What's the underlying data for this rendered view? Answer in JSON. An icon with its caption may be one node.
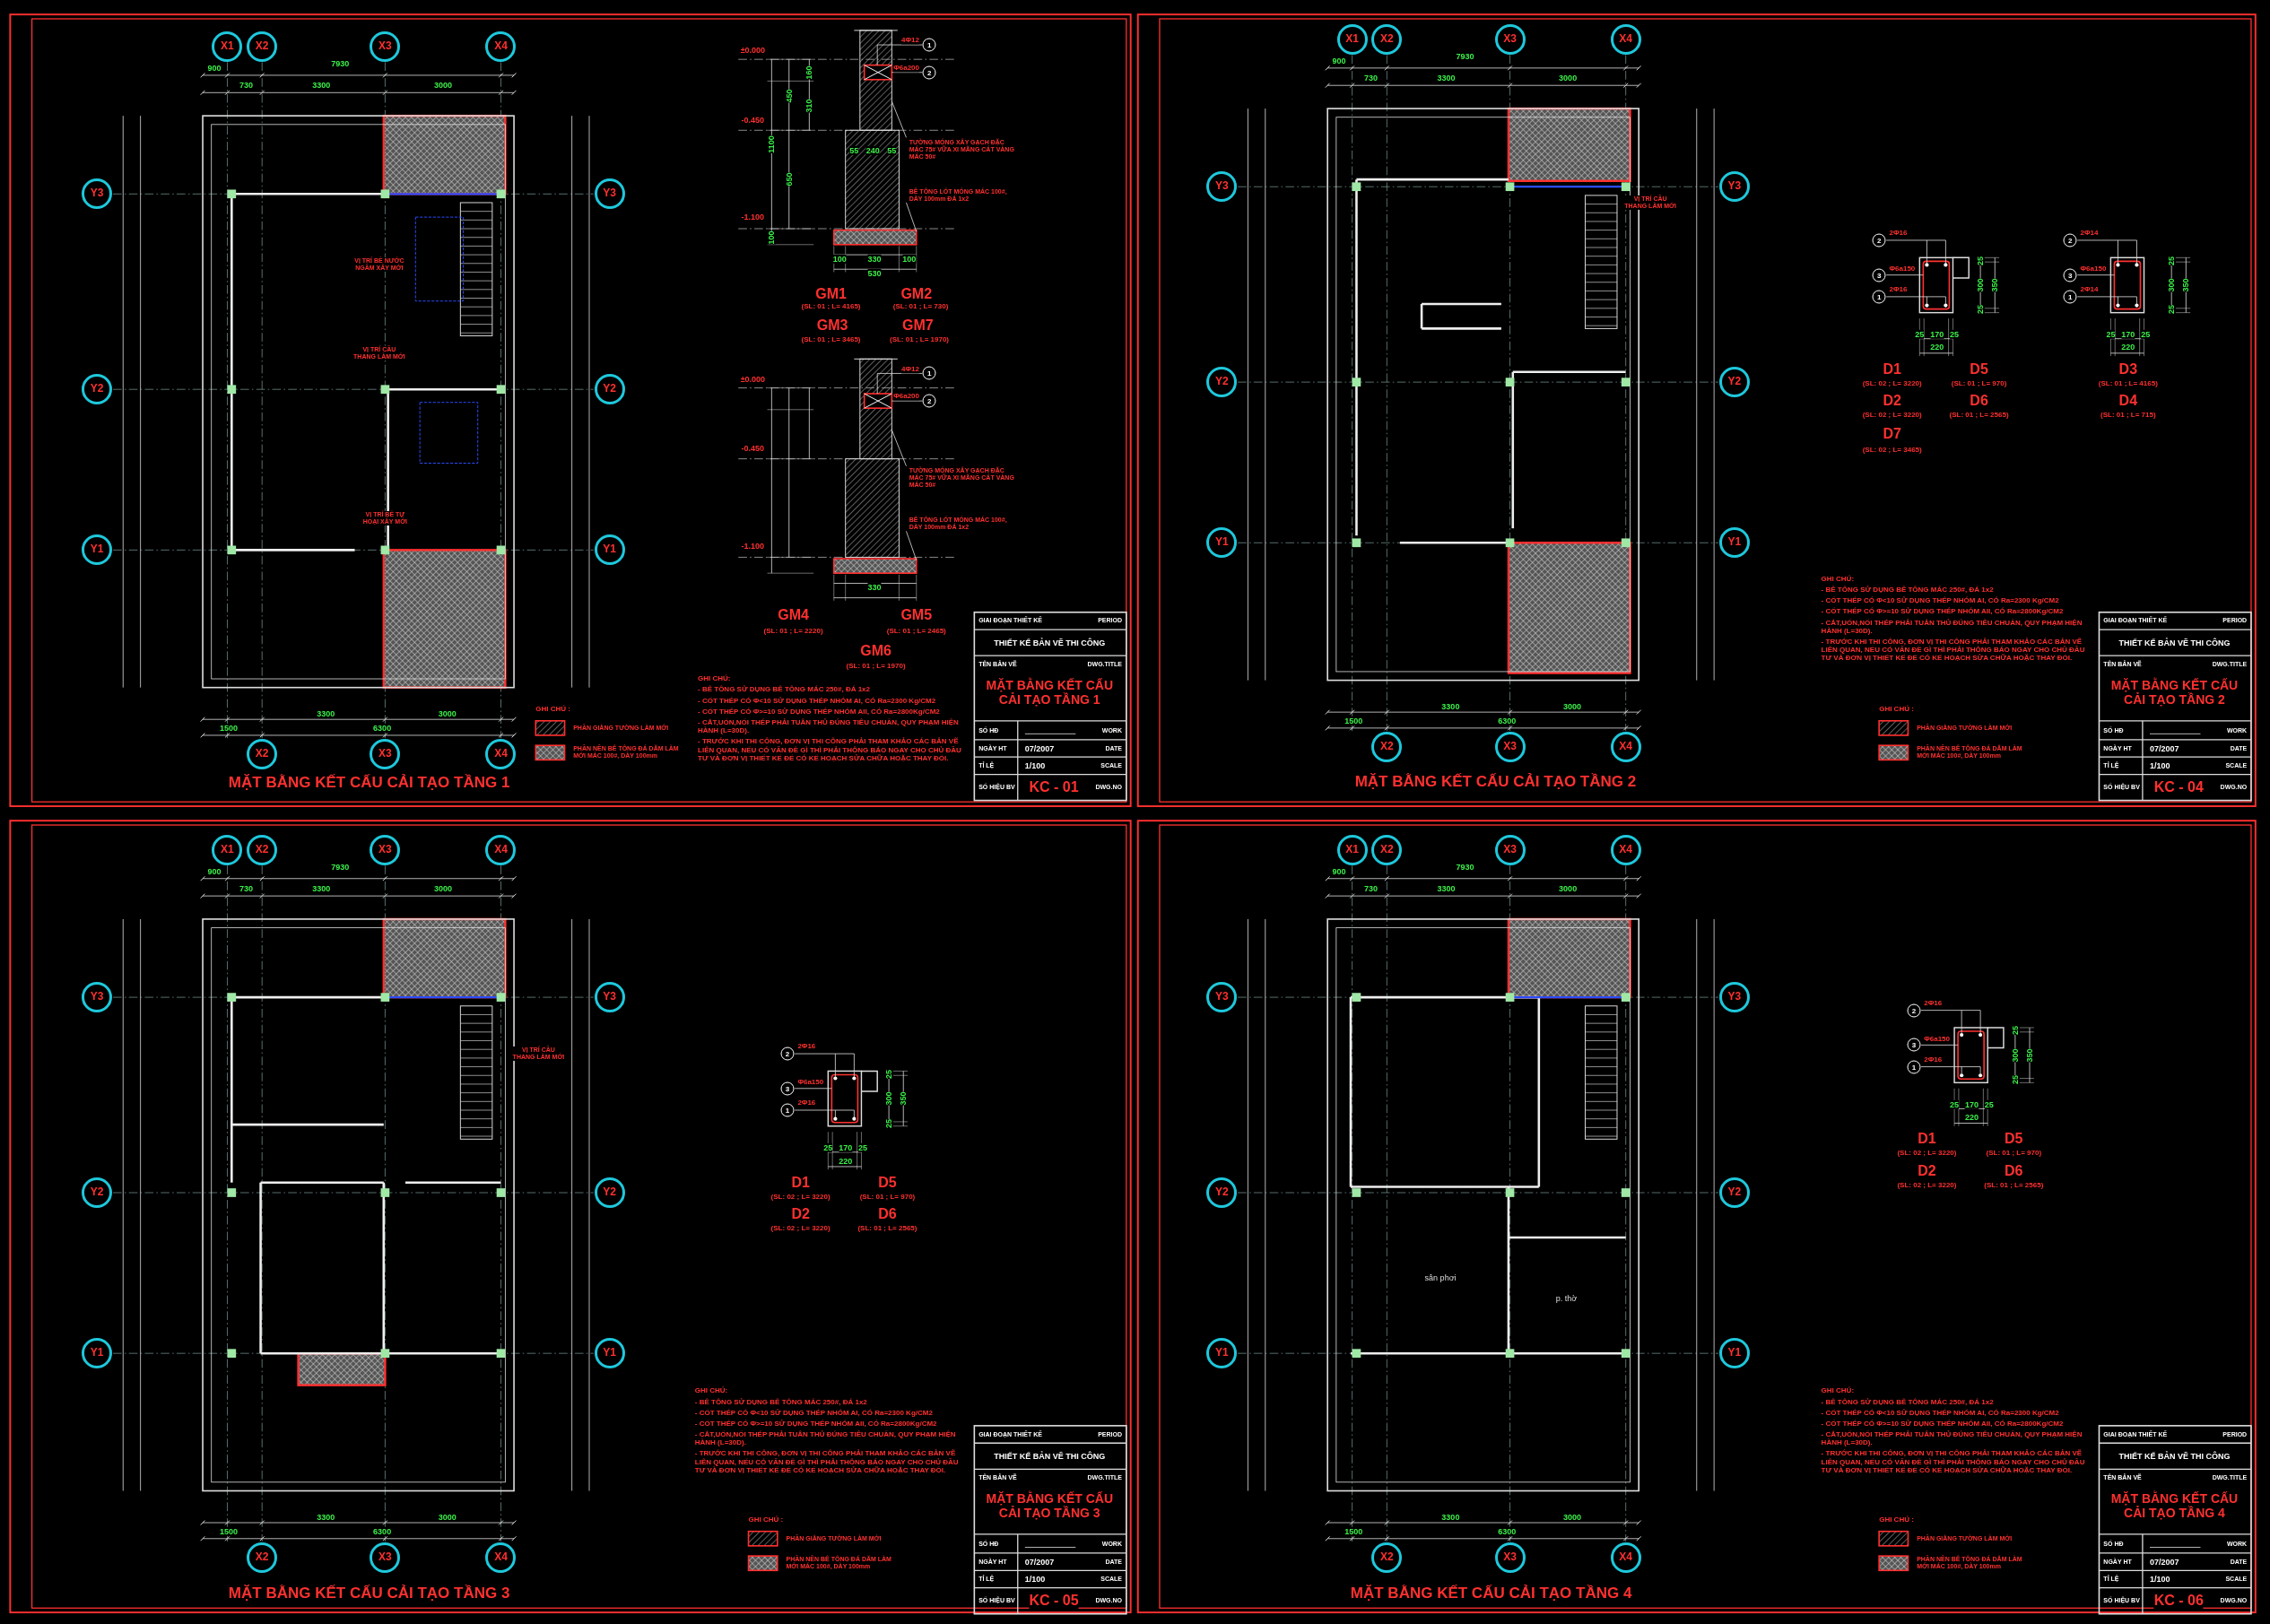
{
  "diagram": {
    "labels": [
      "X1",
      "X2",
      "X3",
      "X4",
      "Y3",
      "Y2",
      "Y1",
      "Y3",
      "Y2",
      "Y1",
      "X2",
      "X3",
      "X4",
      "900",
      "7930",
      "730",
      "3300",
      "3000",
      "3300",
      "3000",
      "1500",
      "6300",
      "VỊ TRÍ BỂ NƯỚC NGẦM XÂY MỚI",
      "VỊ TRÍ CẦU THANG LÀM MỚI",
      "VỊ TRÍ BỂ TỰ HOẠI XÂY MỚI",
      "±0.000",
      "-0.450",
      "-1.100",
      "160",
      "310",
      "450",
      "1100",
      "650",
      "100",
      "55",
      "240",
      "55",
      "100",
      "330",
      "100",
      "530",
      "4Φ12",
      "1",
      "Φ6a200",
      "2",
      "TƯỜNG MÓNG XÂY GẠCH ĐẶC MÁC 75# VỮA XI MĂNG CÁT VÀNG MÁC 50#",
      "BÊ TÔNG LÓT MÓNG MÁC 100#, DÀY 100mm ĐÁ 1x2",
      "GM1",
      "(SL: 01 ; L= 4165)",
      "GM2",
      "(SL: 01 ; L= 730)",
      "GM3",
      "(SL: 01 ; L= 3465)",
      "GM7",
      "(SL: 01 ; L= 1970)",
      "±0.000",
      "-0.450",
      "-1.100",
      "4Φ12",
      "1",
      "Φ6a200",
      "2",
      "TƯỜNG MÓNG XÂY GẠCH ĐẶC MÁC 75# VỮA XI MĂNG CÁT VÀNG MÁC 50#",
      "BÊ TÔNG LÓT MÓNG MÁC 100#, DÀY 100mm ĐÁ 1x2",
      "330",
      "GM4",
      "(SL: 01 ; L= 2220)",
      "GM5",
      "(SL: 01 ; L= 2465)",
      "GM6",
      "(SL: 01 ; L= 1970)",
      "GHI CHÚ:",
      "- BÊ TÔNG SỬ DỤNG BÊ TÔNG MÁC 250#, ĐÁ 1x2",
      "- CỐT THÉP CÓ Φ<10 SỬ DỤNG THÉP NHÓM AI, CÓ Ra=2300 Kg/CM2",
      "- CỐT THÉP CÓ Φ>=10 SỬ DỤNG THÉP NHÓM AII, CÓ Ra=2800Kg/CM2",
      "- CẮT,UỐN,NỐI THÉP PHẢI TUÂN THỦ ĐÚNG TIÊU CHUẨN, QUY PHẠM HIỆN HÀNH (L=30D).",
      "- TRƯỚC KHI THI CÔNG, ĐƠN VỊ THI CÔNG PHẢI THAM KHẢO CÁC BẢN VẼ LIÊN QUAN, NẾU CÓ VẤN ĐỀ GÌ THÌ PHẢI THÔNG BÁO NGAY CHO CHỦ ĐẦU TƯ VÀ ĐƠN VỊ THIẾT KẾ ĐỂ CÓ KẾ HOẠCH SỬA CHỮA HOẶC THAY ĐỔI.",
      "GHI CHÚ :",
      "GIAI ĐOẠN THIẾT KẾ",
      "PERIOD",
      "THIẾT KẾ BẢN VẼ THI CÔNG",
      "TÊN BẢN VẼ",
      "DWG.TITLE",
      "MẶT BẰNG KẾT CẤU CẢI TẠO TẦNG 1",
      "SỐ HĐ",
      "WORK",
      "NGÀY HT",
      "07/2007",
      "DATE",
      "TỈ LỆ",
      "1/100",
      "SCALE",
      "SỐ HIỆU BV",
      "KC - 01",
      "DWG.NO",
      "MẶT BẰNG KẾT CẤU CẢI TẠO TẦNG 1",
      "X1",
      "X2",
      "X3",
      "X4",
      "Y3",
      "Y2",
      "Y1",
      "Y3",
      "Y2",
      "Y1",
      "X2",
      "X3",
      "X4",
      "900",
      "7930",
      "730",
      "3300",
      "3000",
      "3300",
      "3000",
      "1500",
      "6300",
      "VỊ TRÍ CẦU THANG LÀM MỚI",
      "2",
      "2Φ16",
      "3",
      "Φ6a150",
      "1",
      "2Φ16",
      "25",
      "300",
      "350",
      "25",
      "25",
      "170",
      "25",
      "220",
      "D1",
      "(SL: 02 ; L= 3220)",
      "D5",
      "(SL: 01 ; L= 970)",
      "D2",
      "(SL: 02 ; L= 3220)",
      "D6",
      "(SL: 01 ; L= 2565)",
      "D7",
      "(SL: 02 ; L= 3465)",
      "2",
      "2Φ14",
      "3",
      "Φ6a150",
      "1",
      "2Φ14",
      "25",
      "300",
      "350",
      "25",
      "25",
      "170",
      "25",
      "220",
      "D3",
      "(SL: 01 ; L= 4165)",
      "D4",
      "(SL: 01 ; L= 715)",
      "GHI CHÚ:",
      "- BÊ TÔNG SỬ DỤNG BÊ TÔNG MÁC 250#, ĐÁ 1x2",
      "- CỐT THÉP CÓ Φ<10 SỬ DỤNG THÉP NHÓM AI, CÓ Ra=2300 Kg/CM2",
      "- CỐT THÉP CÓ Φ>=10 SỬ DỤNG THÉP NHÓM AII, CÓ Ra=2800Kg/CM2",
      "- CẮT,UỐN,NỐI THÉP PHẢI TUÂN THỦ ĐÚNG TIÊU CHUẨN, QUY PHẠM HIỆN HÀNH (L=30D).",
      "- TRƯỚC KHI THI CÔNG, ĐƠN VỊ THI CÔNG PHẢI THAM KHẢO CÁC BẢN VẼ LIÊN QUAN, NẾU CÓ VẤN ĐỀ GÌ THÌ PHẢI THÔNG BÁO NGAY CHO CHỦ ĐẦU TƯ VÀ ĐƠN VỊ THIẾT KẾ ĐỂ CÓ KẾ HOẠCH SỬA CHỮA HOẶC THAY ĐỔI.",
      "GHI CHÚ :",
      "GIAI ĐOẠN THIẾT KẾ",
      "PERIOD",
      "THIẾT KẾ BẢN VẼ THI CÔNG",
      "TÊN BẢN VẼ",
      "DWG.TITLE",
      "MẶT BẰNG KẾT CẤU CẢI TẠO TẦNG 2",
      "SỐ HĐ",
      "WORK",
      "NGÀY HT",
      "07/2007",
      "DATE",
      "TỈ LỆ",
      "1/100",
      "SCALE",
      "SỐ HIỆU BV",
      "KC - 04",
      "DWG.NO",
      "MẶT BẰNG KẾT CẤU CẢI TẠO TẦNG 2",
      "X1",
      "X2",
      "X3",
      "X4",
      "Y3",
      "Y2",
      "Y1",
      "Y3",
      "Y2",
      "Y1",
      "X2",
      "X3",
      "X4",
      "900",
      "7930",
      "730",
      "3300",
      "3000",
      "3300",
      "3000",
      "1500",
      "6300",
      "VỊ TRÍ CẦU THANG LÀM MỚI",
      "2",
      "2Φ16",
      "3",
      "Φ6a150",
      "1",
      "2Φ16",
      "25",
      "300",
      "350",
      "25",
      "25",
      "170",
      "25",
      "220",
      "D1",
      "(SL: 02 ; L= 3220)",
      "D5",
      "(SL: 01 ; L= 970)",
      "D2",
      "(SL: 02 ; L= 3220)",
      "D6",
      "(SL: 01 ; L= 2565)",
      "GHI CHÚ:",
      "- BÊ TÔNG SỬ DỤNG BÊ TÔNG MÁC 250#, ĐÁ 1x2",
      "- CỐT THÉP CÓ Φ<10 SỬ DỤNG THÉP NHÓM AI, CÓ Ra=2300 Kg/CM2",
      "- CỐT THÉP CÓ Φ>=10 SỬ DỤNG THÉP NHÓM AII, CÓ Ra=2800Kg/CM2",
      "- CẮT,UỐN,NỐI THÉP PHẢI TUÂN THỦ ĐÚNG TIÊU CHUẨN, QUY PHẠM HIỆN HÀNH (L=30D).",
      "- TRƯỚC KHI THI CÔNG, ĐƠN VỊ THI CÔNG PHẢI THAM KHẢO CÁC BẢN VẼ LIÊN QUAN, NẾU CÓ VẤN ĐỀ GÌ THÌ PHẢI THÔNG BÁO NGAY CHO CHỦ ĐẦU TƯ VÀ ĐƠN VỊ THIẾT KẾ ĐỂ CÓ KẾ HOẠCH SỬA CHỮA HOẶC THAY ĐỔI.",
      "GHI CHÚ :",
      "GIAI ĐOẠN THIẾT KẾ",
      "PERIOD",
      "THIẾT KẾ BẢN VẼ THI CÔNG",
      "TÊN BẢN VẼ",
      "DWG.TITLE",
      "MẶT BẰNG KẾT CẤU CẢI TẠO TẦNG 3",
      "SỐ HĐ",
      "WORK",
      "NGÀY HT",
      "07/2007",
      "DATE",
      "TỈ LỆ",
      "1/100",
      "SCALE",
      "SỐ HIỆU BV",
      "KC - 05",
      "DWG.NO",
      "MẶT BẰNG KẾT CẤU CẢI TẠO TẦNG 3",
      "X1",
      "X2",
      "X3",
      "X4",
      "Y3",
      "Y2",
      "Y1",
      "Y3",
      "Y2",
      "Y1",
      "X2",
      "X3",
      "X4",
      "900",
      "7930",
      "730",
      "3300",
      "3000",
      "3300",
      "3000",
      "1500",
      "6300",
      "sân phơi",
      "p. thờ",
      "2",
      "2Φ16",
      "3",
      "Φ6a150",
      "1",
      "2Φ16",
      "25",
      "300",
      "350",
      "25",
      "25",
      "170",
      "25",
      "220",
      "D1",
      "(SL: 02 ; L= 3220)",
      "D5",
      "(SL: 01 ; L= 970)",
      "D2",
      "(SL: 02 ; L= 3220)",
      "D6",
      "(SL: 01 ; L= 2565)",
      "GHI CHÚ:",
      "- BÊ TÔNG SỬ DỤNG BÊ TÔNG MÁC 250#, ĐÁ 1x2",
      "- CỐT THÉP CÓ Φ<10 SỬ DỤNG THÉP NHÓM AI, CÓ Ra=2300 Kg/CM2",
      "- CỐT THÉP CÓ Φ>=10 SỬ DỤNG THÉP NHÓM AII, CÓ Ra=2800Kg/CM2",
      "- CẮT,UỐN,NỐI THÉP PHẢI TUÂN THỦ ĐÚNG TIÊU CHUẨN, QUY PHẠM HIỆN HÀNH (L=30D).",
      "- TRƯỚC KHI THI CÔNG, ĐƠN VỊ THI CÔNG PHẢI THAM KHẢO CÁC BẢN VẼ LIÊN QUAN, NẾU CÓ VẤN ĐỀ GÌ THÌ PHẢI THÔNG BÁO NGAY CHO CHỦ ĐẦU TƯ VÀ ĐƠN VỊ THIẾT KẾ ĐỂ CÓ KẾ HOẠCH SỬA CHỮA HOẶC THAY ĐỔI.",
      "GHI CHÚ :",
      "GIAI ĐOẠN THIẾT KẾ",
      "PERIOD",
      "THIẾT KẾ BẢN VẼ THI CÔNG",
      "TÊN BẢN VẼ",
      "DWG.TITLE",
      "MẶT BẰNG KẾT CẤU CẢI TẠO TẦNG 4",
      "SỐ HĐ",
      "WORK",
      "NGÀY HT",
      "07/2007",
      "DATE",
      "TỈ LỆ",
      "1/100",
      "SCALE",
      "SỐ HIỆU BV",
      "KC - 06",
      "DWG.NO",
      "MẶT BẰNG KẾT CẤU CẢI TẠO TẦNG 4"
    ],
    "legend": [
      {
        "text": "PHẦN GIẰNG TƯỜNG LÀM MỚI"
      },
      {
        "text": "PHẦN NỀN BÊ TÔNG ĐÁ DĂM LÀM MỚI MÁC 100#, DÀY 100mm"
      },
      {
        "text": "PHẦN GIẰNG TƯỜNG LÀM MỚI"
      },
      {
        "text": "PHẦN NỀN BÊ TÔNG ĐÁ DĂM LÀM MỚI MÁC 100#, DÀY 100mm"
      },
      {
        "text": "PHẦN GIẰNG TƯỜNG LÀM MỚI"
      },
      {
        "text": "PHẦN NỀN BÊ TÔNG ĐÁ DĂM LÀM MỚI MÁC 100#, DÀY 100mm"
      },
      {
        "text": "PHẦN GIẰNG TƯỜNG LÀM MỚI"
      },
      {
        "text": "PHẦN NỀN BÊ TÔNG ĐÁ DĂM LÀM MỚI MÁC 100#, DÀY 100mm"
      }
    ]
  }
}
